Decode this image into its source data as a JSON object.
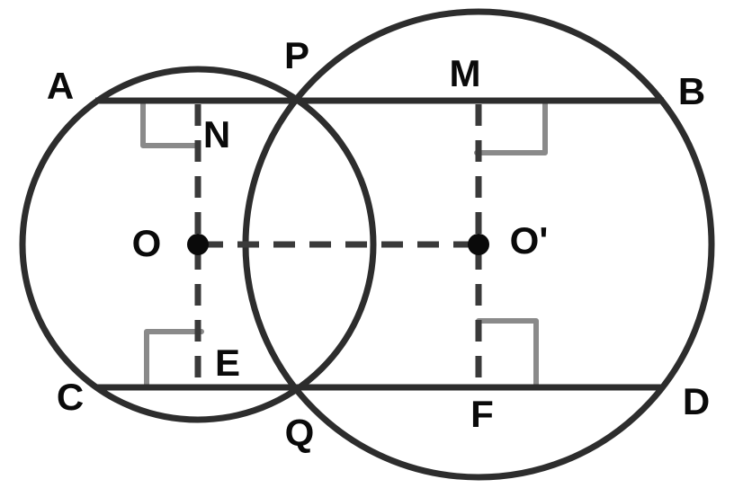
{
  "figure": {
    "labels": {
      "A": "A",
      "P": "P",
      "M": "M",
      "B": "B",
      "N": "N",
      "O": "O",
      "O_prime": "O'",
      "C": "C",
      "E": "E",
      "Q": "Q",
      "F": "F",
      "D": "D"
    },
    "colors": {
      "line": "#2d2d2d",
      "dashed": "#3a3a3a",
      "angle_mark": "#8a8a8a",
      "dot": "#0a0a0a",
      "background": "#ffffff"
    }
  }
}
